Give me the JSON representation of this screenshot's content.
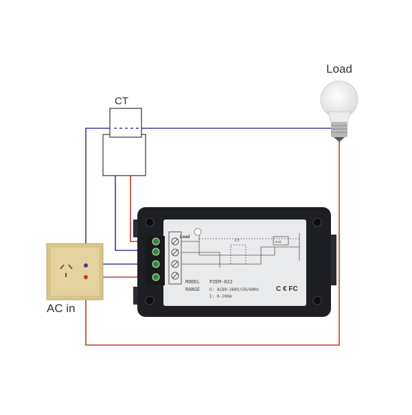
{
  "labels": {
    "ct": "CT",
    "load": "Load",
    "ac_in": "AC in"
  },
  "device": {
    "diagram_load_label": "Load",
    "diagram_ct_label": "CT",
    "diagram_alm_label": "ALM",
    "model_label": "MODEL",
    "model_value": "PZEM-022",
    "range_label": "RANGE",
    "range_voltage": "U: AC80~260V/50/60Hz",
    "range_current": "I: 0-100A",
    "cert_marks": "C € FC"
  },
  "colors": {
    "neutral_wire": "#3a3aa0",
    "live_wire": "#c0392b",
    "device_body": "#1e1f24",
    "label_panel": "#e9eaec",
    "socket_plate": "#d9c58a",
    "terminal_green": "#2f8a3c"
  }
}
